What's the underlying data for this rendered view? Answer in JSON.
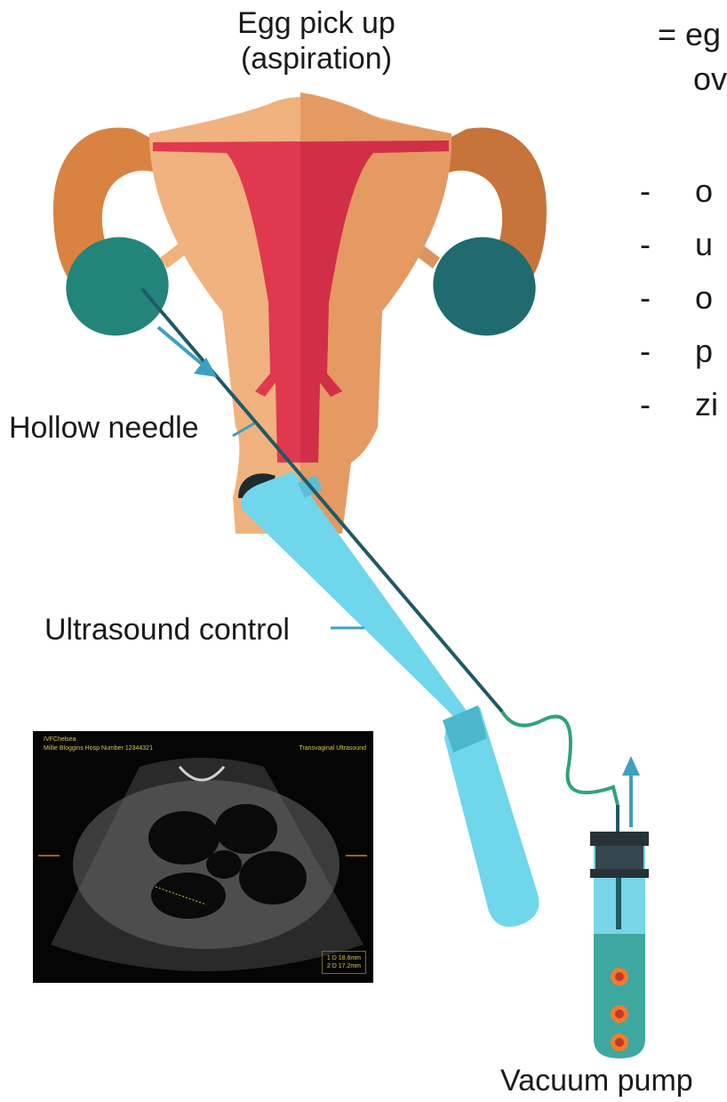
{
  "title": [
    "Egg pick up",
    "(aspiration)"
  ],
  "labels": {
    "needle": "Hollow needle",
    "ultrasound": "Ultrasound control",
    "pump": "Vacuum pump"
  },
  "definition": [
    "= eg",
    "ov"
  ],
  "bullets": [
    {
      "dash": "-",
      "text": "o"
    },
    {
      "dash": "-",
      "text": "u"
    },
    {
      "dash": "-",
      "text": "o"
    },
    {
      "dash": "-",
      "text": "p"
    },
    {
      "dash": "-",
      "text": "zi"
    }
  ],
  "ultrasound_image": {
    "clinic": "IVFChelsea",
    "patient": "Millie Bloggins  Hosp Number 12344321",
    "mode": "Transvaginal Ultrasound",
    "measurements": [
      "1 D 18.6mm",
      "2 D 17.2mm"
    ]
  },
  "colors": {
    "uterus_outer": "#e9a46d",
    "uterus_inner": "#e0394f",
    "tube": "#d98342",
    "ovary": "#23847a",
    "probe": "#6fd6ec",
    "needle": "#1f5a66",
    "fluid": "#3ea7a0"
  }
}
